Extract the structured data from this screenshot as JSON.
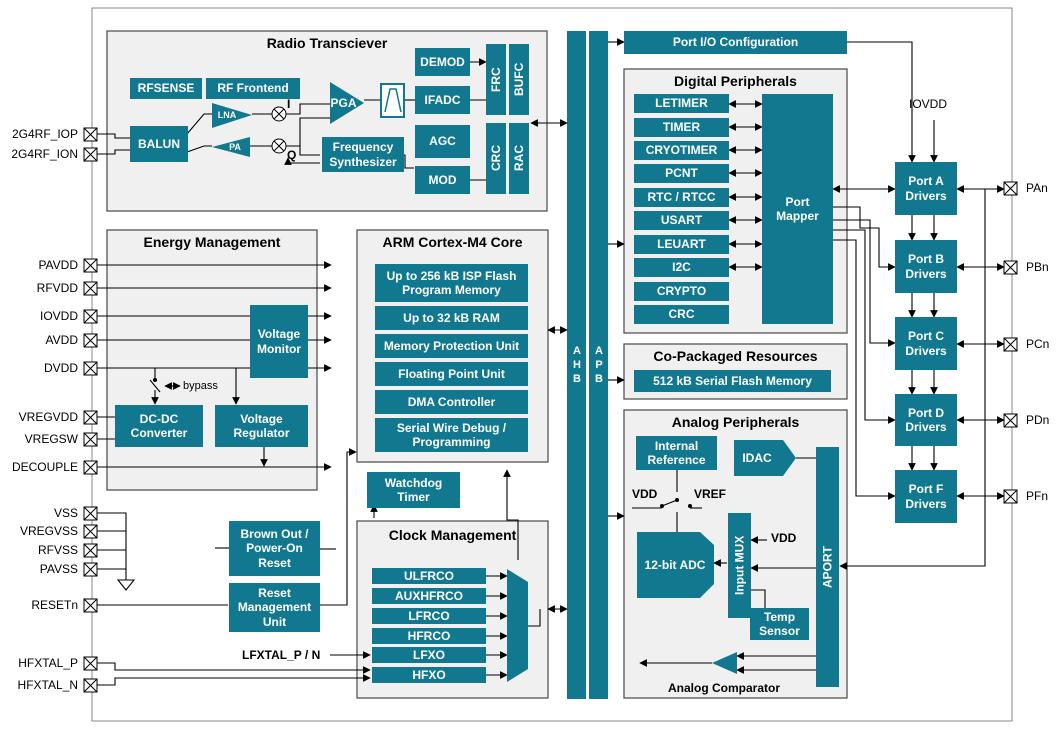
{
  "colors": {
    "block": "#11788f",
    "group_bg": "#f0f0f0",
    "group_border": "#555555"
  },
  "radio": {
    "title": "Radio Transciever",
    "rfsense": "RFSENSE",
    "rf_frontend": "RF Frontend",
    "lna": "LNA",
    "pa": "PA",
    "balun": "BALUN",
    "pga": "PGA",
    "i": "I",
    "q": "Q",
    "demod": "DEMOD",
    "ifadc": "IFADC",
    "agc": "AGC",
    "mod": "MOD",
    "freq_synth": "Frequency Synthesizer",
    "frc": "FRC",
    "bufc": "BUFC",
    "crc": "CRC",
    "rac": "RAC"
  },
  "energy": {
    "title": "Energy Management",
    "voltage_monitor": "Voltage Monitor",
    "bypass": "bypass",
    "dcdc": "DC-DC Converter",
    "voltage_regulator": "Voltage Regulator"
  },
  "core": {
    "title": "ARM Cortex-M4 Core",
    "items": [
      "Up to 256 kB ISP Flash Program Memory",
      "Up to 32 kB RAM",
      "Memory Protection Unit",
      "Floating Point Unit",
      "DMA Controller",
      "Serial Wire Debug / Programming"
    ]
  },
  "watchdog": "Watchdog Timer",
  "brown_out": "Brown Out / Power-On Reset",
  "reset_mgmt": "Reset Management Unit",
  "clock": {
    "title": "Clock Management",
    "items": [
      "ULFRCO",
      "AUXHFRCO",
      "LFRCO",
      "HFRCO",
      "LFXO",
      "HFXO"
    ],
    "lfxtal_label": "LFXTAL_P / N"
  },
  "bus": {
    "ahb": [
      "A",
      "H",
      "B"
    ],
    "apb": [
      "A",
      "P",
      "B"
    ]
  },
  "port_io": "Port I/O Configuration",
  "digital": {
    "title": "Digital Peripherals",
    "items": [
      "LETIMER",
      "TIMER",
      "CRYOTIMER",
      "PCNT",
      "RTC / RTCC",
      "USART",
      "LEUART",
      "I2C",
      "CRYPTO",
      "CRC"
    ],
    "port_mapper": "Port Mapper"
  },
  "copackaged": {
    "title": "Co-Packaged Resources",
    "flash": "512 kB Serial Flash Memory"
  },
  "analog": {
    "title": "Analog Peripherals",
    "internal_ref": "Internal Reference",
    "idac": "IDAC",
    "vdd": "VDD",
    "vref": "VREF",
    "adc": "12-bit ADC",
    "input_mux": "Input MUX",
    "mux_vdd": "VDD",
    "temp_sensor": "Temp Sensor",
    "aport": "APORT",
    "comparator": "Analog Comparator"
  },
  "iovdd": "IOVDD",
  "ports": {
    "drivers": [
      "Port A Drivers",
      "Port B Drivers",
      "Port C Drivers",
      "Port D Drivers",
      "Port F Drivers"
    ],
    "pins": [
      "PAn",
      "PBn",
      "PCn",
      "PDn",
      "PFn"
    ]
  },
  "left_pins": {
    "rf": [
      "2G4RF_IOP",
      "2G4RF_ION"
    ],
    "power": [
      "PAVDD",
      "RFVDD",
      "IOVDD",
      "AVDD",
      "DVDD"
    ],
    "reg": [
      "VREGVDD",
      "VREGSW",
      "DECOUPLE"
    ],
    "gnd": [
      "VSS",
      "VREGVSS",
      "RFVSS",
      "PAVSS"
    ],
    "reset": "RESETn",
    "hfxtal": [
      "HFXTAL_P",
      "HFXTAL_N"
    ]
  }
}
